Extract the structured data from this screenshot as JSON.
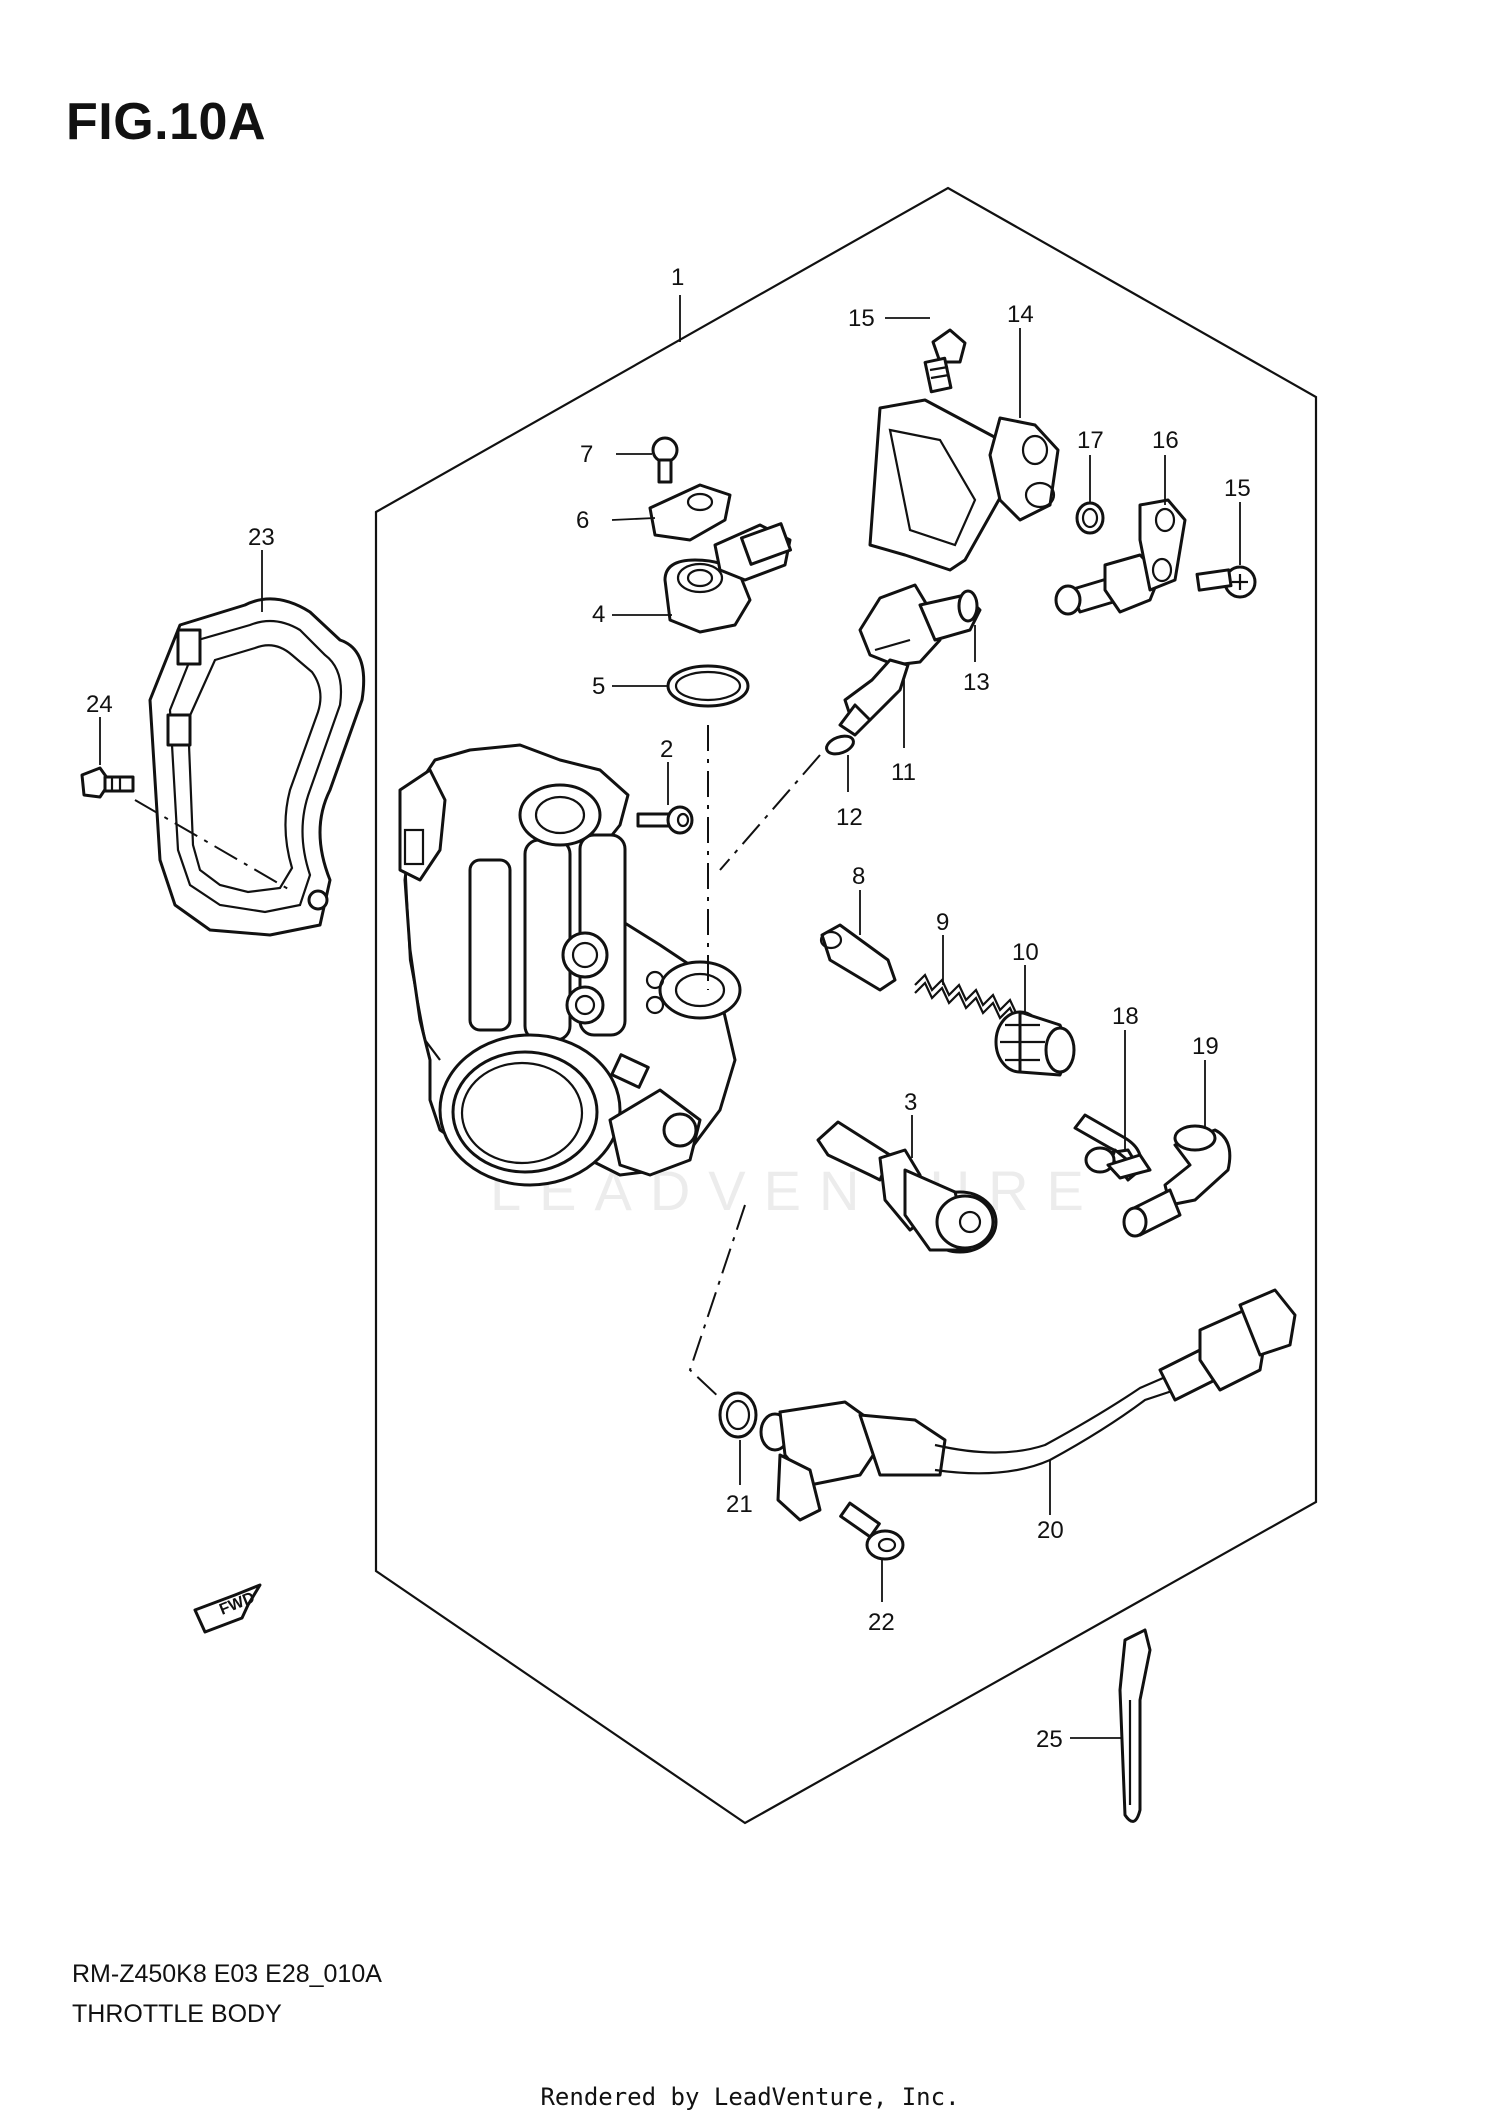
{
  "figure": {
    "title": "FIG.10A",
    "model_code": "RM-Z450K8 E03 E28_010A",
    "section_title": "THROTTLE BODY",
    "footer": "Rendered by LeadVenture, Inc.",
    "watermark": "LEADVENTURE",
    "direction_badge": "FWD"
  },
  "callouts": [
    "1",
    "2",
    "3",
    "4",
    "5",
    "6",
    "7",
    "8",
    "9",
    "10",
    "11",
    "12",
    "13",
    "14",
    "15",
    "15",
    "16",
    "17",
    "18",
    "19",
    "20",
    "21",
    "22",
    "23",
    "24",
    "25"
  ],
  "colors": {
    "ink": "#111111",
    "paper": "#ffffff",
    "watermark": "#ececec"
  }
}
